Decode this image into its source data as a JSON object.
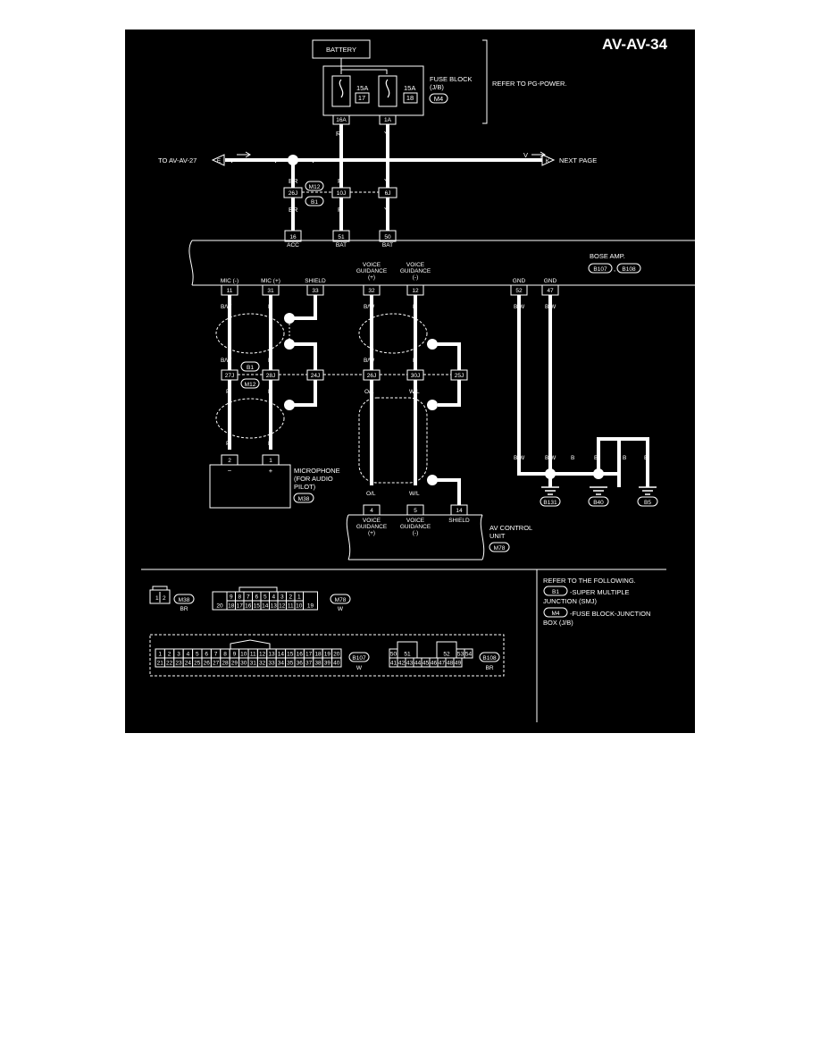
{
  "page_id": "AV-AV-34",
  "battery": "BATTERY",
  "fuse_block": {
    "name": "FUSE BLOCK",
    "sub": "(J/B)",
    "conn": "M4",
    "refer": "REFER TO PG-POWER.",
    "fuse1": {
      "amps": "15A",
      "num": "17",
      "term": "16A"
    },
    "fuse2": {
      "amps": "15A",
      "num": "18",
      "term": "1A"
    }
  },
  "offpage": {
    "left": "TO AV-AV-27",
    "left_tag": "E",
    "right": "NEXT PAGE",
    "right_tag": "K"
  },
  "joint": {
    "t1": "26J",
    "t2": "10J",
    "t3": "6J",
    "c1": "M12",
    "c2": "B1"
  },
  "wire": {
    "br": "BR",
    "r": "R",
    "y": "Y",
    "v": "V",
    "bw": "B/W",
    "l": "L",
    "p": "P",
    "ol": "O/L",
    "wl": "W/L",
    "b": "B"
  },
  "amp": {
    "name": "BOSE AMP.",
    "conn1": "B107",
    "conn2": "B108",
    "sep": ",",
    "top_pins": [
      {
        "num": "16",
        "label": "ACC"
      },
      {
        "num": "51",
        "label": "BAT"
      },
      {
        "num": "50",
        "label": "BAT"
      }
    ],
    "bottom_pins": [
      {
        "num": "11",
        "label": "MIC (-)"
      },
      {
        "num": "31",
        "label": "MIC (+)"
      },
      {
        "num": "33",
        "label": "SHIELD"
      },
      {
        "num": "32",
        "label1": "VOICE",
        "label2": "GUIDANCE",
        "label3": "(+)"
      },
      {
        "num": "12",
        "label1": "VOICE",
        "label2": "GUIDANCE",
        "label3": "(-)"
      },
      {
        "num": "52",
        "label": "GND"
      },
      {
        "num": "47",
        "label": "GND"
      }
    ]
  },
  "mid_joint": {
    "j1": "27J",
    "j2": "28J",
    "j3": "24J",
    "j4": "26J",
    "j5": "30J",
    "j6": "25J",
    "c1": "B1",
    "c2": "M12"
  },
  "microphone": {
    "name1": "MICROPHONE",
    "name2": "(FOR AUDIO",
    "name3": "PILOT)",
    "conn": "M38",
    "pin1": "2",
    "pin2": "1",
    "sign1": "−",
    "sign2": "+"
  },
  "av_unit": {
    "name1": "AV CONTROL",
    "name2": "UNIT",
    "conn": "M78",
    "pins": [
      {
        "num": "4",
        "label1": "VOICE",
        "label2": "GUIDANCE",
        "label3": "(+)"
      },
      {
        "num": "5",
        "label1": "VOICE",
        "label2": "GUIDANCE",
        "label3": "(-)"
      },
      {
        "num": "14",
        "label1": "SHIELD"
      }
    ]
  },
  "grounds": [
    "B131",
    "B40",
    "B5"
  ],
  "connectors": {
    "m38": {
      "id": "M38",
      "color": "BR",
      "pins": [
        "1",
        "2"
      ]
    },
    "m78": {
      "id": "M78",
      "color": "W",
      "left": "20",
      "right": "19",
      "row1": [
        "9",
        "8",
        "7",
        "6",
        "5",
        "4",
        "3",
        "2",
        "1"
      ],
      "row2": [
        "18",
        "17",
        "16",
        "15",
        "14",
        "13",
        "12",
        "11",
        "10"
      ]
    },
    "b107": {
      "id": "B107",
      "color": "W",
      "row1": [
        "1",
        "2",
        "3",
        "4",
        "5",
        "6",
        "7",
        "8",
        "9",
        "10",
        "11",
        "12",
        "13",
        "14",
        "15",
        "16",
        "17",
        "18",
        "19",
        "20"
      ],
      "row2": [
        "21",
        "22",
        "23",
        "24",
        "25",
        "26",
        "27",
        "28",
        "29",
        "30",
        "31",
        "32",
        "33",
        "34",
        "35",
        "36",
        "37",
        "38",
        "39",
        "40"
      ]
    },
    "b108": {
      "id": "B108",
      "color": "BR",
      "big1": "51",
      "big2": "52",
      "row1a": "50",
      "row1b": [
        "53",
        "54"
      ],
      "row2": [
        "41",
        "42",
        "43",
        "44",
        "45",
        "46",
        "47",
        "48",
        "49"
      ]
    }
  },
  "refer": {
    "title": "REFER TO THE FOLLOWING.",
    "item1": {
      "tag": "B1",
      "text1": "-SUPER MULTIPLE",
      "text2": "JUNCTION (SMJ)"
    },
    "item2": {
      "tag": "M4",
      "text1": "-FUSE BLOCK-JUNCTION",
      "text2": "BOX (J/B)"
    }
  }
}
